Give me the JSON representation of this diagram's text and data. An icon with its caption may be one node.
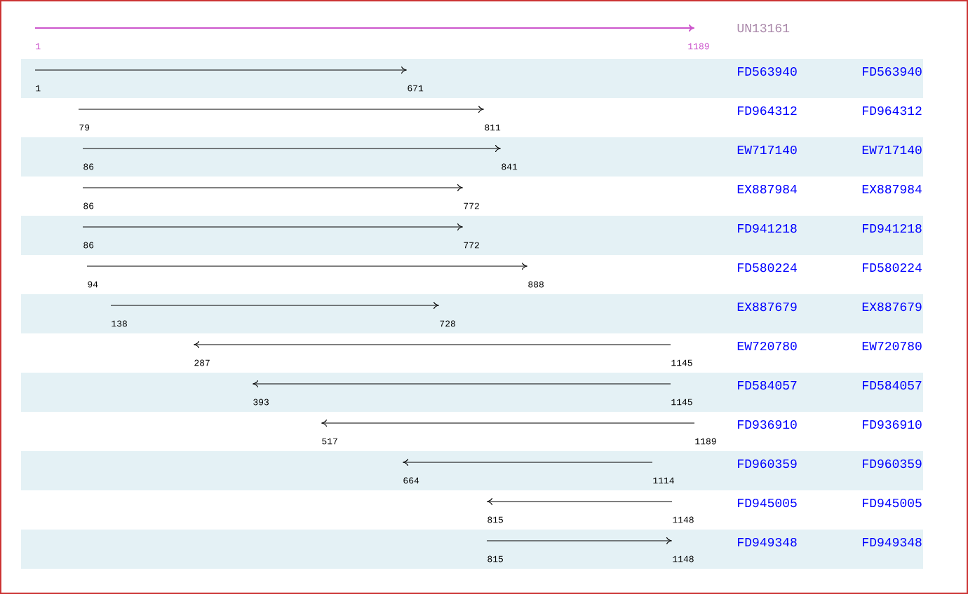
{
  "diagram": {
    "labels": [
      "UN13161",
      "1",
      "1189",
      "FD563940",
      "FD563940",
      "1",
      "671",
      "FD964312",
      "FD964312",
      "79",
      "811",
      "EW717140",
      "EW717140",
      "86",
      "841",
      "EX887984",
      "EX887984",
      "86",
      "772",
      "FD941218",
      "FD941218",
      "86",
      "772",
      "FD580224",
      "FD580224",
      "94",
      "888",
      "EX887679",
      "EX887679",
      "138",
      "728",
      "EW720780",
      "EW720780",
      "287",
      "1145",
      "FD584057",
      "FD584057",
      "393",
      "1145",
      "FD936910",
      "FD936910",
      "517",
      "1189",
      "FD960359",
      "FD960359",
      "664",
      "1114",
      "FD945005",
      "FD945005",
      "815",
      "1148",
      "FD949348",
      "FD949348",
      "815",
      "1148"
    ]
  }
}
